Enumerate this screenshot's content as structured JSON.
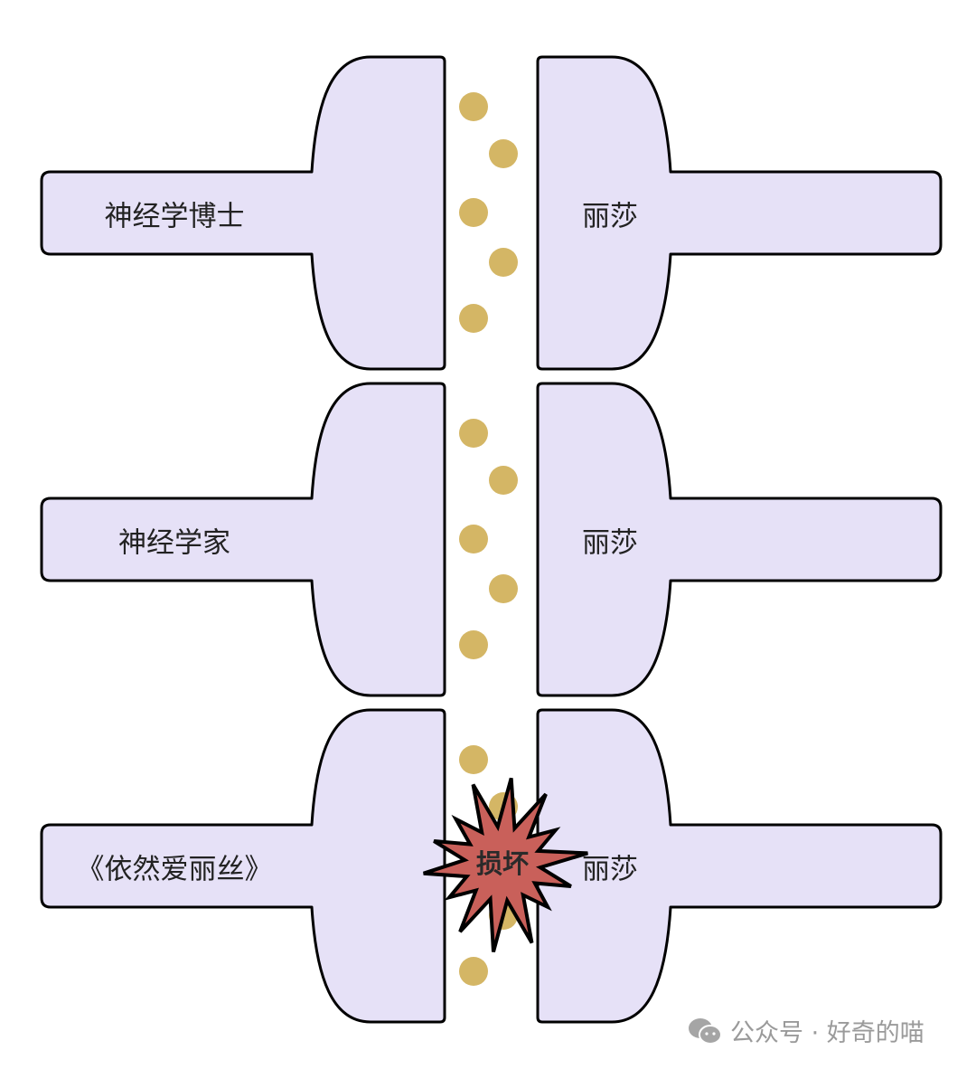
{
  "rows": [
    {
      "left_label": "神经学博士",
      "right_label": "丽莎",
      "damaged": false
    },
    {
      "left_label": "神经学家",
      "right_label": "丽莎",
      "damaged": false
    },
    {
      "left_label": "《依然爱丽丝》",
      "right_label": "丽莎",
      "damaged": true
    }
  ],
  "damage_label": "损坏",
  "watermark": "公众号 · 好奇的喵",
  "colors": {
    "neuron_fill": "#e6e1f7",
    "dot": "#d4b665",
    "burst": "#c9605a",
    "stroke": "#000000"
  }
}
